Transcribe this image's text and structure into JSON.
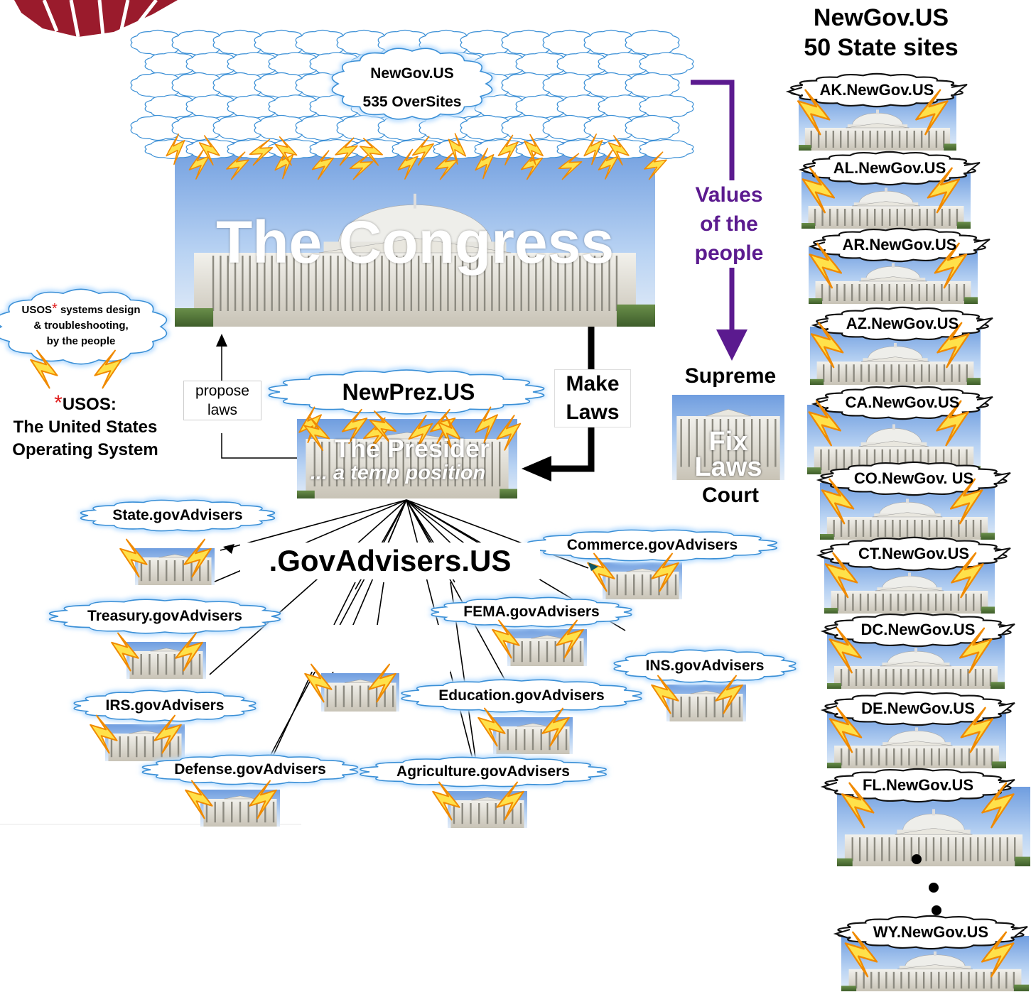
{
  "title": {
    "line1": "NewGov.US",
    "line2": "50 State sites"
  },
  "congress": {
    "cloud_line1": "NewGov.US",
    "cloud_line2": "535 OverSites",
    "label": "The Congress"
  },
  "values_label": {
    "line1": "Values",
    "line2": "of the",
    "line3": "people"
  },
  "supreme": {
    "top": "Supreme",
    "fix1": "Fix",
    "fix2": "Laws",
    "bottom": "Court"
  },
  "make_laws": {
    "line1": "Make",
    "line2": "Laws"
  },
  "propose_laws": {
    "line1": "propose",
    "line2": "laws"
  },
  "usos": {
    "cloud_line1": "USOS",
    "cloud_asterisk": "*",
    "cloud_line1_rest": " systems design",
    "cloud_line2": "& troubleshooting,",
    "cloud_line3": "by the people",
    "def_asterisk": "*",
    "def_line1": "USOS:",
    "def_line2": "The United States",
    "def_line3": "Operating System"
  },
  "president": {
    "cloud": "NewPrez.US",
    "label": "The Presider",
    "sub": "... a temp position"
  },
  "advisers_hub": ".GovAdvisers.US",
  "advisers": [
    "State.govAdvisers",
    "Treasury.govAdvisers",
    "IRS.govAdvisers",
    "Defense.govAdvisers",
    "Agriculture.govAdvisers",
    "Education.govAdvisers",
    "INS.govAdvisers",
    "FEMA.govAdvisers",
    "Commerce.govAdvisers"
  ],
  "states": [
    "AK.NewGov.US",
    "AL.NewGov.US",
    "AR.NewGov.US",
    "AZ.NewGov.US",
    "CA.NewGov.US",
    "CO.NewGov. US",
    "CT.NewGov.US",
    "DC.NewGov.US",
    "DE.NewGov.US",
    "FL.NewGov.US",
    "WY.NewGov.US"
  ],
  "colors": {
    "cloud_fill": "#ffffff",
    "cloud_stroke": "#3a8fd6",
    "cloud_glow": "#bfe0ff",
    "arrow_purple": "#5b1a8f",
    "bolt_fill": "#ffe14a",
    "bolt_stroke": "#f08a00",
    "sky": "#8fb6e8",
    "seal": "#9a1b2c"
  }
}
